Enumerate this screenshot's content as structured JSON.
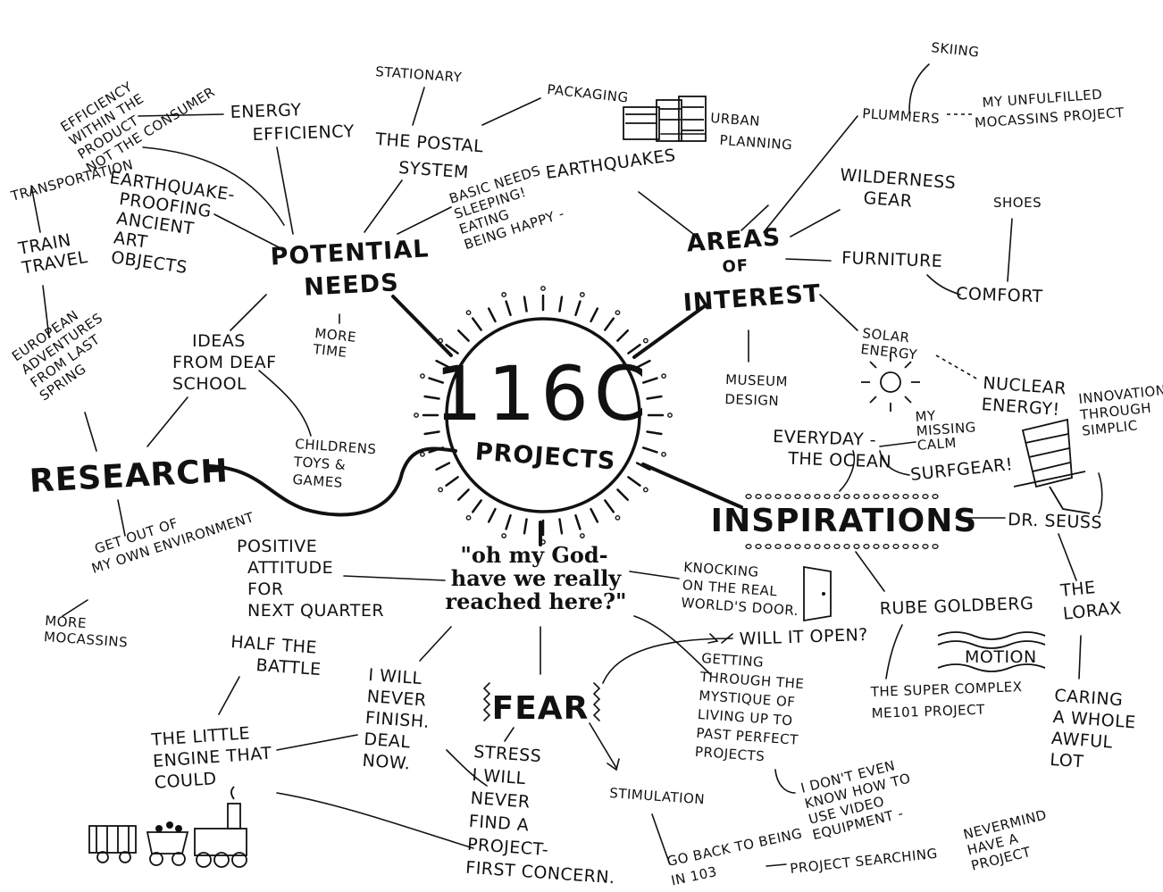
{
  "center": {
    "title": "116C",
    "subtitle": "PROJECTS"
  },
  "branches": {
    "potential_needs": "POTENTIAL NEEDS",
    "areas_of_interest": "AREAS OF INTEREST",
    "inspirations": "INSPIRATIONS",
    "research": "RESEARCH",
    "fear": "FEAR",
    "quote": [
      "\"oh my God-",
      "have we really",
      "reached here?\""
    ]
  },
  "nodes": {
    "energy_efficiency": [
      "ENERGY",
      "EFFICIENCY"
    ],
    "efficiency_within": [
      "EFFICIENCY",
      "WITHIN THE",
      "PRODUCT",
      "NOT THE CONSUMER"
    ],
    "transportation": "TRANSPORTATION",
    "earthquake_proofing": [
      "EARTHQUAKE-",
      "PROOFING",
      "ANCIENT",
      "ART",
      "OBJECTS"
    ],
    "stationary": "STATIONARY",
    "postal_system": [
      "THE POSTAL",
      "SYSTEM"
    ],
    "packaging": "PACKAGING",
    "basic_needs": [
      "BASIC NEEDS",
      "SLEEPING!",
      "EATING",
      "BEING HAPPY -"
    ],
    "earthquakes": "EARTHQUAKES",
    "urban_planning": [
      "URBAN",
      "PLANNING"
    ],
    "more_time": [
      "MORE",
      "TIME"
    ],
    "train_travel": [
      "TRAIN",
      "TRAVEL"
    ],
    "european": [
      "EUROPEAN",
      "ADVENTURES",
      "FROM LAST",
      "SPRING"
    ],
    "ideas_deaf": [
      "IDEAS",
      "FROM DEAF",
      "SCHOOL"
    ],
    "childrens_toys": [
      "CHILDRENS",
      "TOYS &",
      "GAMES"
    ],
    "skiing": "SKIING",
    "plummers": "PLUMMERS",
    "unfulfilled": [
      "MY UNFULFILLED",
      "MOCASSINS PROJECT"
    ],
    "wilderness": [
      "WILDERNESS",
      "GEAR"
    ],
    "shoes": "SHOES",
    "furniture": "FURNITURE",
    "comfort": "COMFORT",
    "museum": [
      "MUSEUM",
      "DESIGN"
    ],
    "solar": [
      "SOLAR",
      "ENERGY"
    ],
    "nuclear": [
      "NUCLEAR",
      "ENERGY!"
    ],
    "innovation": [
      "INNOVATION",
      "THROUGH",
      "SIMPLIC"
    ],
    "everyday_ocean": [
      "EVERYDAY -",
      "THE OCEAN"
    ],
    "missing_calm": [
      "MY",
      "MISSING",
      "CALM"
    ],
    "surfgear": "SURFGEAR!",
    "dr_seuss": "DR. SEUSS",
    "get_out": [
      "GET OUT OF",
      "MY OWN ENVIRONMENT"
    ],
    "more_mocassins": [
      "MORE",
      "MOCASSINS"
    ],
    "positive_attitude": [
      "POSITIVE",
      "ATTITUDE",
      "FOR",
      "NEXT QUARTER"
    ],
    "half_battle": [
      "HALF THE",
      "BATTLE"
    ],
    "knocking": [
      "KNOCKING",
      "ON THE REAL",
      "WORLD'S DOOR."
    ],
    "will_it_open": "WILL IT OPEN?",
    "rube": "RUBE GOLDBERG",
    "motion": "MOTION",
    "the_lorax": [
      "THE",
      "LORAX"
    ],
    "getting_through": [
      "GETTING",
      "THROUGH THE",
      "MYSTIQUE OF",
      "LIVING UP TO",
      "PAST PERFECT",
      "PROJECTS"
    ],
    "super_complex": [
      "THE SUPER COMPLEX",
      "ME101 PROJECT"
    ],
    "caring": [
      "CARING",
      "A WHOLE",
      "AWFUL",
      "LOT"
    ],
    "i_will_never_finish": [
      "I WILL",
      "NEVER",
      "FINISH.",
      "DEAL",
      "NOW."
    ],
    "little_engine": [
      "THE LITTLE",
      "ENGINE THAT",
      "COULD"
    ],
    "stress": [
      "STRESS",
      "I WILL",
      "NEVER",
      "FIND A",
      "PROJECT-",
      "FIRST CONCERN."
    ],
    "stimulation": "STIMULATION",
    "dont_know": [
      "I DON'T EVEN",
      "KNOW HOW TO",
      "USE VIDEO",
      "EQUIPMENT -"
    ],
    "never_mind": [
      "NEVERMIND",
      "HAVE A",
      "PROJECT"
    ],
    "go_back": [
      "GO BACK TO BEING",
      "IN 103"
    ],
    "project_searching": "PROJECT SEARCHING"
  }
}
